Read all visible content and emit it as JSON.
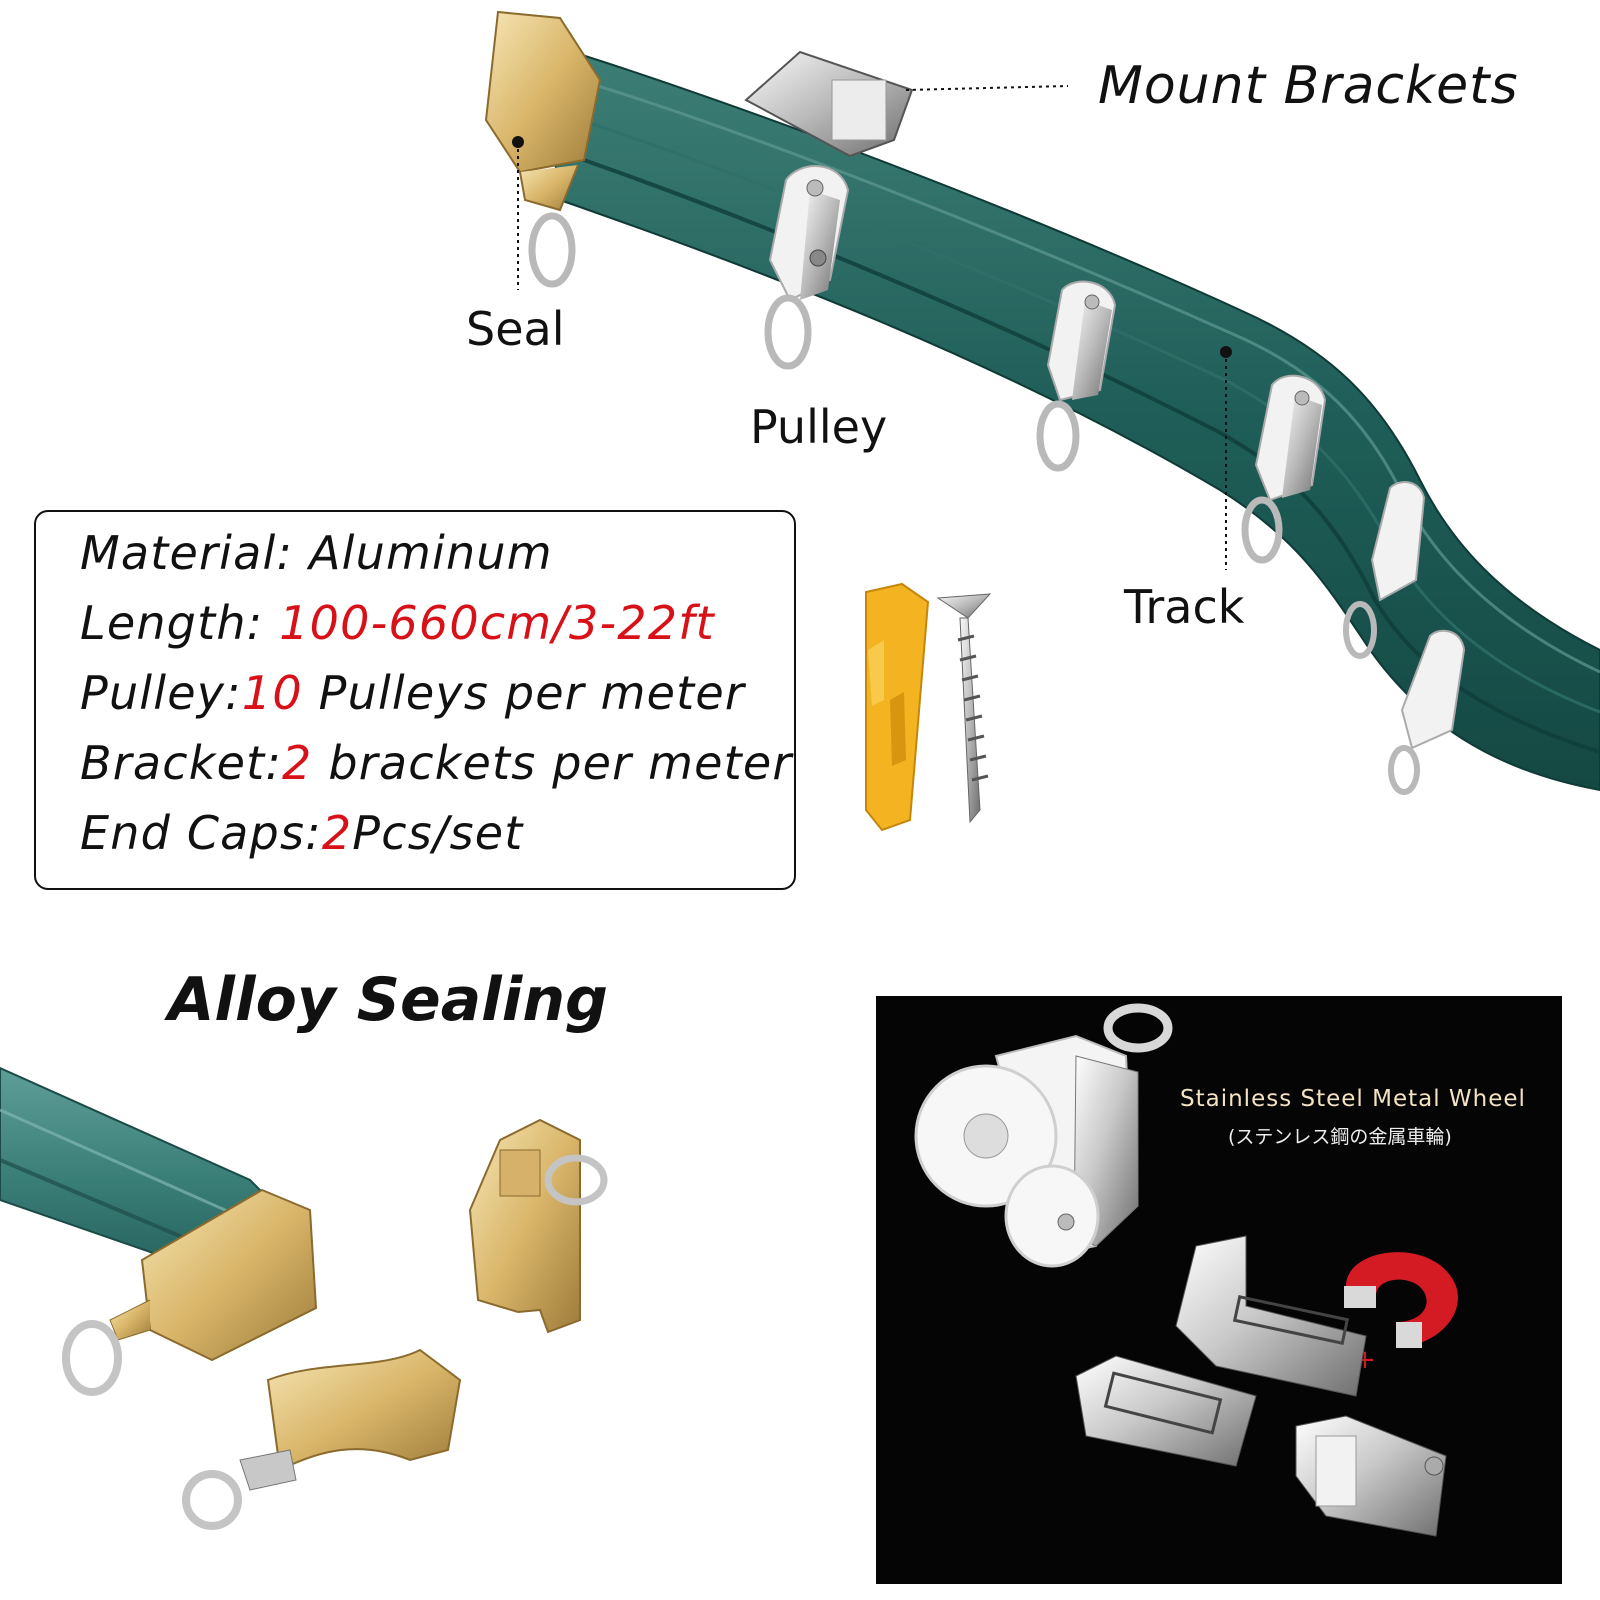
{
  "callouts": {
    "mount_brackets": "Mount Brackets",
    "seal": "Seal",
    "pulley": "Pulley",
    "track": "Track"
  },
  "specs": {
    "material_label": "Material: Aluminum",
    "length_label": "Length: ",
    "length_value": "100-660cm/3-22ft",
    "pulley_label": "Pulley:",
    "pulley_value": "10",
    "pulley_suffix": " Pulleys per meter",
    "bracket_label": "Bracket:",
    "bracket_value": "2",
    "bracket_suffix": " brackets per meter",
    "endcaps_label": "End Caps:",
    "endcaps_value": "2",
    "endcaps_suffix": "Pcs/set"
  },
  "alloy_title": "Alloy Sealing",
  "wheel_panel": {
    "title": "Stainless Steel Metal Wheel",
    "subtitle": "(ステンレス鋼の金属車輪)"
  },
  "colors": {
    "track": "#1f5e58",
    "gold": "#e3c683",
    "accent_red": "#d81018",
    "panel_bg": "#050505"
  }
}
